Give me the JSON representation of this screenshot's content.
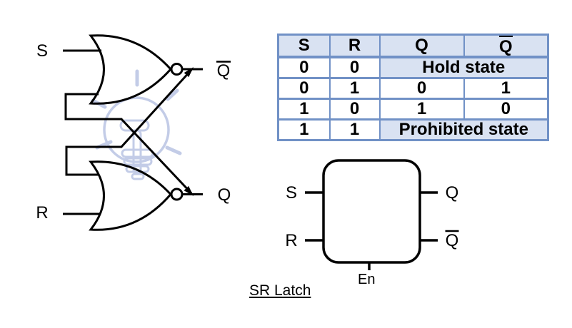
{
  "colors": {
    "table_border": "#7191C6",
    "table_header_fill": "#D9E2F2",
    "merged_cell_fill": "#D9E2F2",
    "circuit_line": "#000000",
    "watermark": "#C3CCE7"
  },
  "gate_circuit": {
    "input_s": "S",
    "input_r": "R",
    "output_top": "Q",
    "output_top_overline": true,
    "output_bottom": "Q",
    "gate_type": "NOR",
    "watermark_icon": "lightbulb-icon"
  },
  "truth_table": {
    "headers": [
      {
        "text": "S",
        "overline": false
      },
      {
        "text": "R",
        "overline": false
      },
      {
        "text": "Q",
        "overline": false
      },
      {
        "text": "Q",
        "overline": true
      }
    ],
    "rows": [
      {
        "s": "0",
        "r": "0",
        "merged": "Hold state"
      },
      {
        "s": "0",
        "r": "1",
        "q": "0",
        "qbar": "1"
      },
      {
        "s": "1",
        "r": "0",
        "q": "1",
        "qbar": "0"
      },
      {
        "s": "1",
        "r": "1",
        "merged": "Prohibited state"
      }
    ]
  },
  "block_symbol": {
    "input_s": "S",
    "input_r": "R",
    "output_q": "Q",
    "output_qbar": "Q",
    "output_qbar_overline": true,
    "enable_label": "En",
    "caption": "SR Latch"
  }
}
